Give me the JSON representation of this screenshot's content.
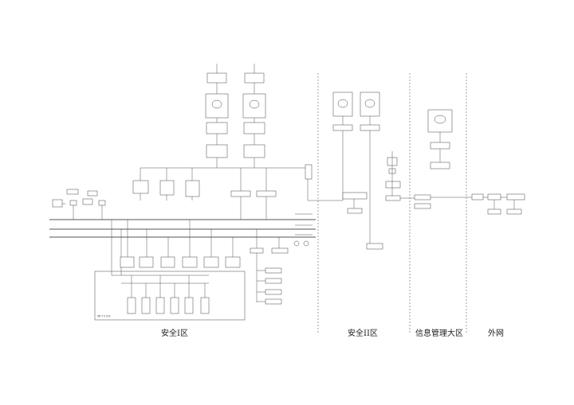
{
  "zones": [
    {
      "id": "zone1",
      "label": "安全I区"
    },
    {
      "id": "zone2",
      "label": "安全II区"
    },
    {
      "id": "zone3",
      "label": "信息管理大区"
    },
    {
      "id": "zone4",
      "label": "外网"
    }
  ],
  "figure_text": {
    "subsystem_box_label": "测控 3 号 系 统"
  }
}
